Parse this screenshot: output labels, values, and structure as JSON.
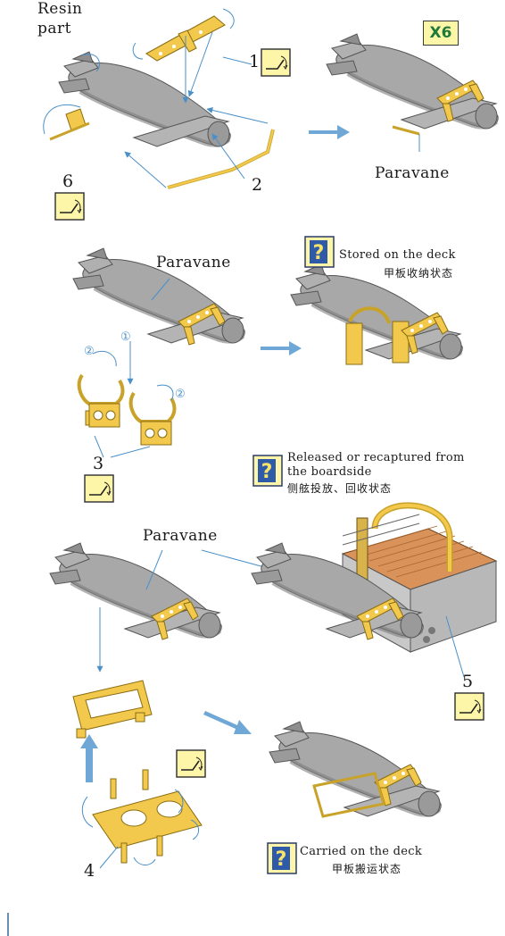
{
  "labels": {
    "resin_part": "Resin\npart",
    "x6": "X6",
    "paravane": "Paravane",
    "part1": "1",
    "part2": "2",
    "part3": "3",
    "part4": "4",
    "part5": "5",
    "part6": "6",
    "circled1": "①",
    "circled2": "②"
  },
  "notes": {
    "stored_en": "Stored on the deck",
    "stored_cn": "甲板收纳状态",
    "released_en_1": "Released or recaptured from",
    "released_en_2": "the boardside",
    "released_cn": "侧舷投放、回收状态",
    "carried_en": "Carried on the deck",
    "carried_cn": "甲板搬运状态"
  },
  "colors": {
    "hull": "#a8a8a8",
    "hull_dark": "#7e7e7e",
    "pe_brass": "#f2c94c",
    "arrow_blue": "#6fa8d6",
    "leader_blue": "#4a90c8",
    "wood": "#d9935a",
    "deck_grey": "#bdbdbd",
    "box_yellow": "#fdf6a8"
  },
  "icons": [
    "bend-icon",
    "question-icon",
    "paravane-drawing",
    "flow-arrow-icon"
  ]
}
